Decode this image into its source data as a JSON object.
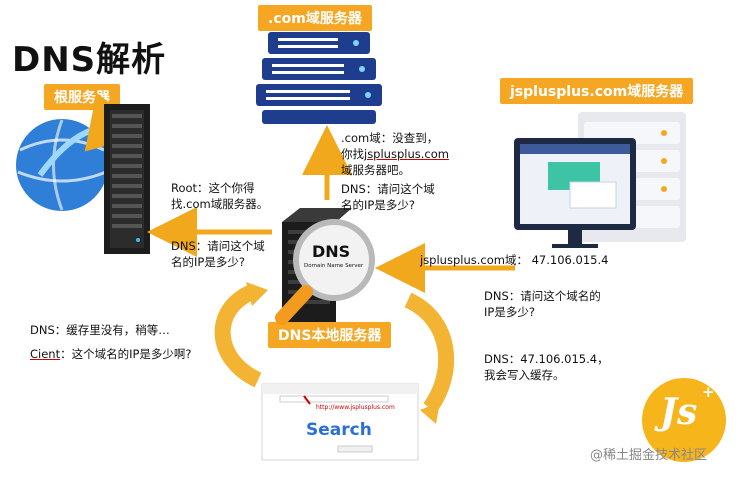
{
  "title": "DNS解析",
  "tags": {
    "com_server": ".com域服务器",
    "root_server": "根服务器",
    "jsplusplus_server": "jsplusplus.com域服务器",
    "local_dns": "DNS本地服务器"
  },
  "messages": {
    "com_reply_1": ".com域：没查到，",
    "com_reply_2_prefix": "你找",
    "com_reply_2_link": "jsplusplus.com",
    "com_reply_3": "域服务器吧。",
    "ask_com_1": "DNS：请问这个域",
    "ask_com_2": "名的IP是多少?",
    "root_reply_1": "Root：这个你得",
    "root_reply_2": "找.com域服务器。",
    "ask_root_1": "DNS：请问这个域",
    "ask_root_2": "名的IP是多少?",
    "js_reply": "jsplusplus.com域：  47.106.015.4",
    "ask_js_1": "DNS：请问这个域名的",
    "ask_js_2": "IP是多少?",
    "dns_wait": "DNS：缓存里没有，稍等…",
    "client_ask_prefix": "Cient",
    "client_ask_rest": "：这个域名的IP是多少啊?",
    "dns_answer_1": "DNS：47.106.015.4，",
    "dns_answer_2": "我会写入缓存。"
  },
  "dns_badge": {
    "label": "DNS",
    "sublabel": "Domain Name Server"
  },
  "browser": {
    "url": "http://www.jsplusplus.com",
    "search_label": "Search"
  },
  "logo": {
    "text": "Js",
    "plus": "++"
  },
  "watermark": "@稀土掘金技术社区",
  "colors": {
    "accent": "#f5a623",
    "arrow": "#f2a81d",
    "server_blue": "#1e3d8f",
    "search_blue": "#2a6fd6"
  }
}
